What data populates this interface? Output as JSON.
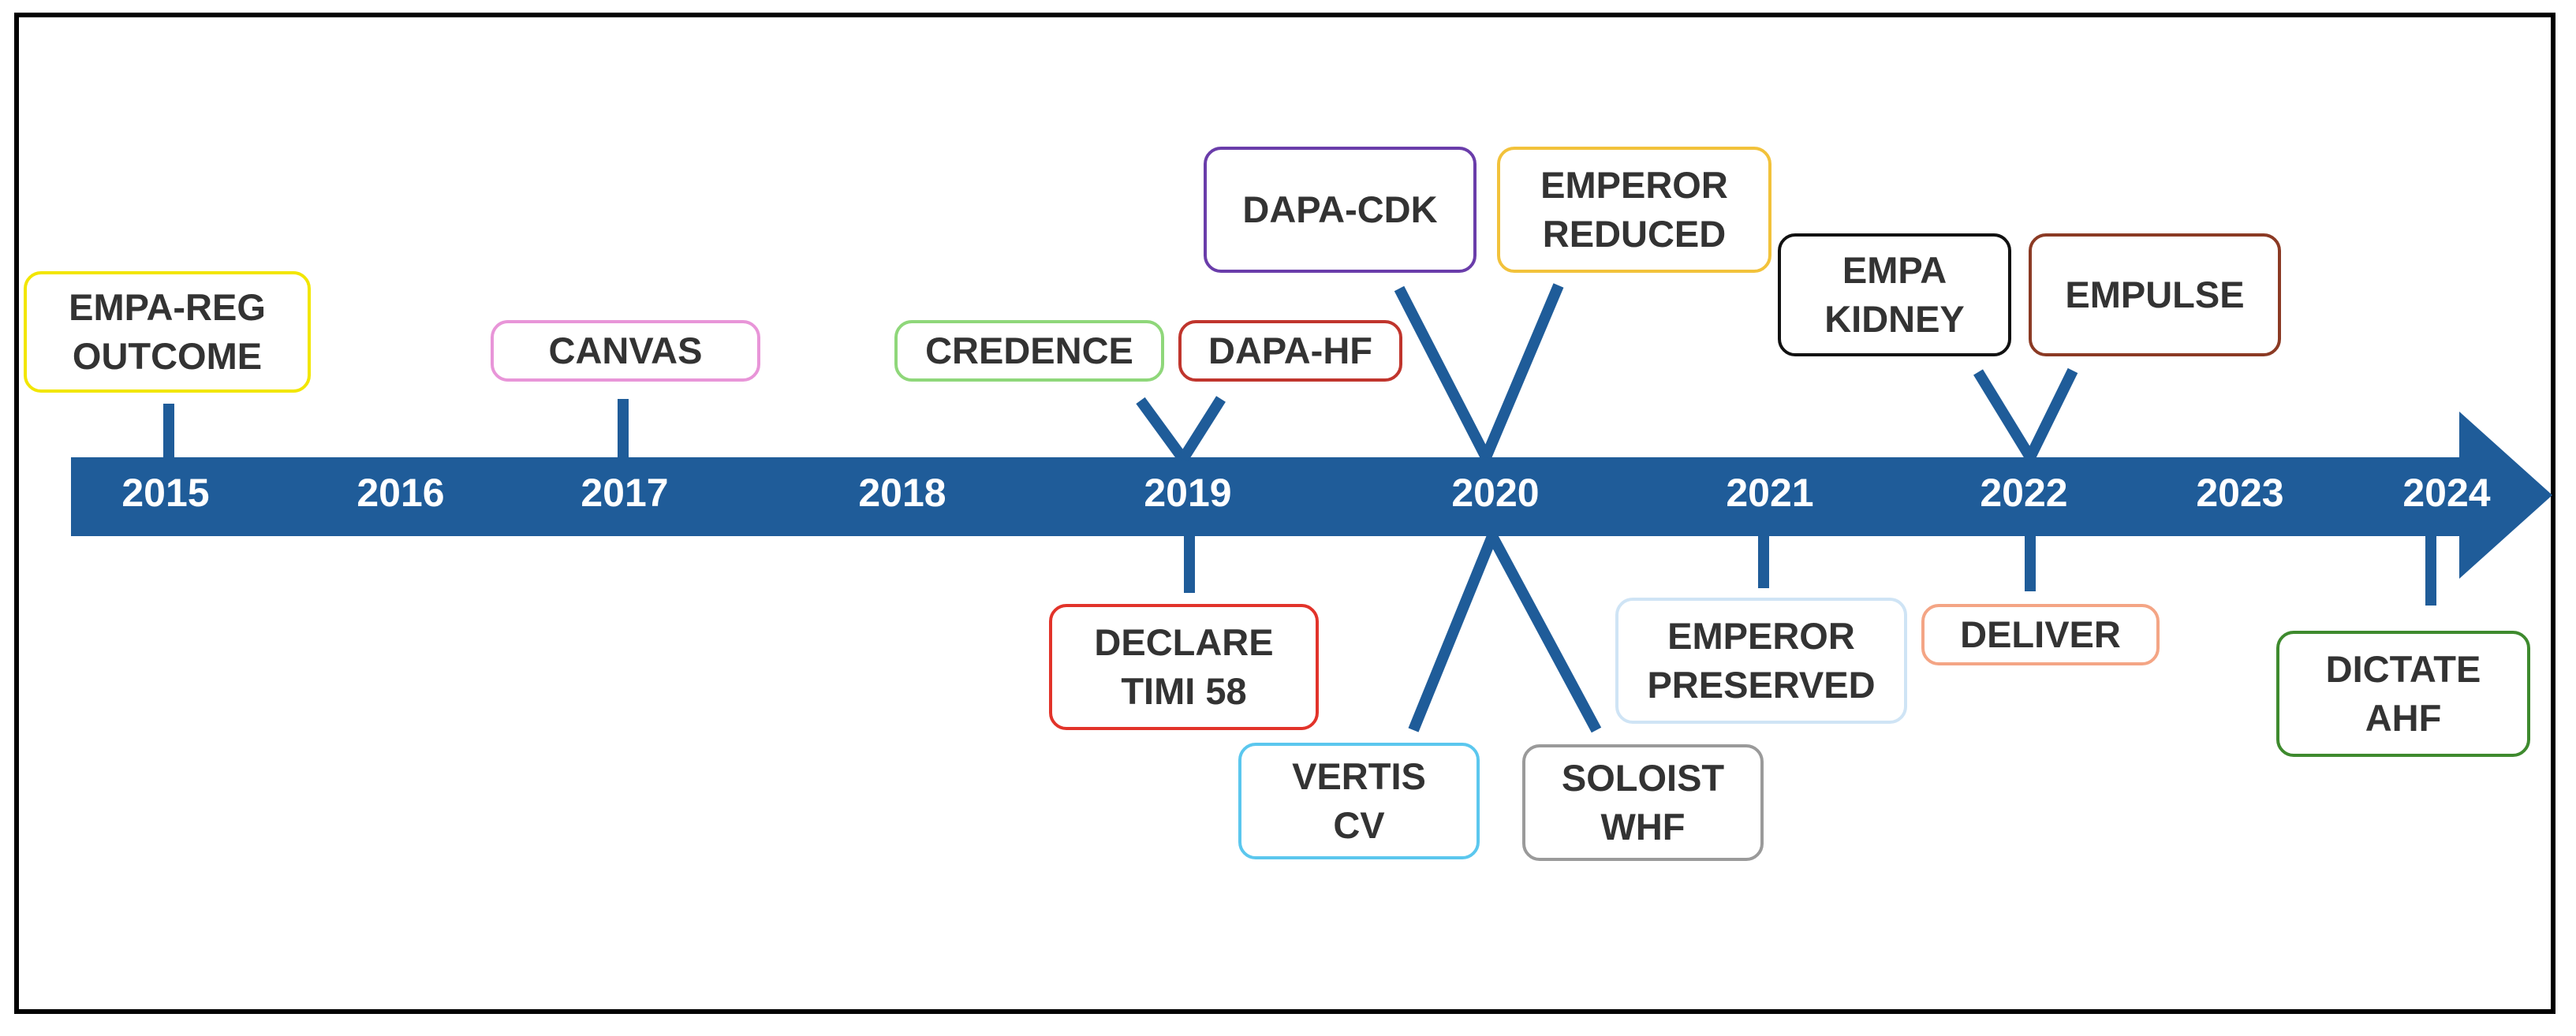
{
  "timeline": {
    "years": [
      "2015",
      "2016",
      "2017",
      "2018",
      "2019",
      "2020",
      "2021",
      "2022",
      "2023",
      "2024"
    ],
    "arrow_color": "#1F5C99"
  },
  "trials": {
    "empa_reg": {
      "label": "EMPA-REG\nOUTCOME",
      "color": "#F2E600"
    },
    "canvas": {
      "label": "CANVAS",
      "color": "#E895D8"
    },
    "credence": {
      "label": "CREDENCE",
      "color": "#8FD77A"
    },
    "dapa_hf": {
      "label": "DAPA-HF",
      "color": "#C0352D"
    },
    "dapa_cdk": {
      "label": "DAPA-CDK",
      "color": "#6A3DAA"
    },
    "emperor_reduced": {
      "label": "EMPEROR\nREDUCED",
      "color": "#F2C23B"
    },
    "empa_kidney": {
      "label": "EMPA\nKIDNEY",
      "color": "#111111"
    },
    "empulse": {
      "label": "EMPULSE",
      "color": "#8B3A24"
    },
    "declare": {
      "label": "DECLARE\nTIMI 58",
      "color": "#E2332A"
    },
    "vertis": {
      "label": "VERTIS\nCV",
      "color": "#5BC7EE"
    },
    "soloist": {
      "label": "SOLOIST\nWHF",
      "color": "#9A9A9A"
    },
    "emperor_preserved": {
      "label": "EMPEROR\nPRESERVED",
      "color": "#CFE4F5"
    },
    "deliver": {
      "label": "DELIVER",
      "color": "#F4A585"
    },
    "dictate": {
      "label": "DICTATE\nAHF",
      "color": "#3E8A2E"
    }
  }
}
